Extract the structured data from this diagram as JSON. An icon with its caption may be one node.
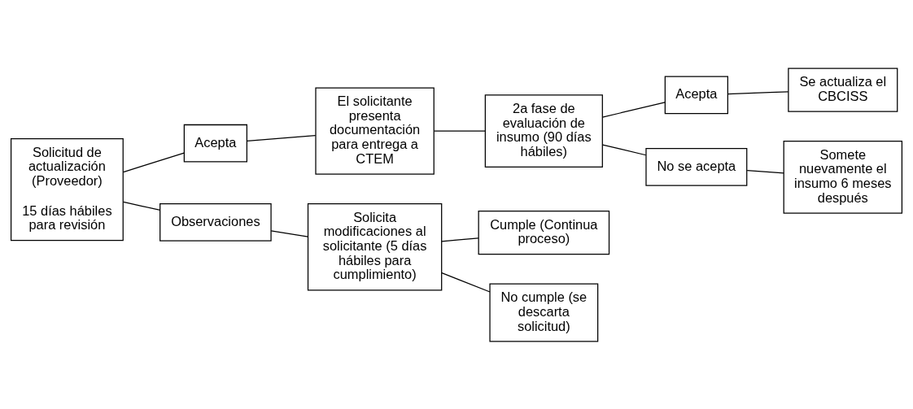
{
  "diagram": {
    "nodes": [
      {
        "text": [
          "Solicitud de actualización (Proveedor)",
          "15 días hábiles para revisión"
        ]
      },
      {
        "text": [
          "Acepta"
        ]
      },
      {
        "text": [
          "Observaciones"
        ]
      },
      {
        "text": [
          "El solicitante presenta documentación para entrega a CTEM"
        ]
      },
      {
        "text": [
          "2a fase de evaluación de insumo (90 días hábiles)"
        ]
      },
      {
        "text": [
          "Acepta"
        ]
      },
      {
        "text": [
          "No se acepta"
        ]
      },
      {
        "text": [
          "Se actualiza el CBCISS"
        ]
      },
      {
        "text": [
          "Somete nuevamente el insumo 6 meses después"
        ]
      },
      {
        "text": [
          "Solicita modificaciones al solicitante (5 días hábiles para cumplimiento)"
        ]
      },
      {
        "text": [
          "Cumple (Continua proceso)"
        ]
      },
      {
        "text": [
          "No cumple (se descarta solicitud)"
        ]
      }
    ],
    "edges": [
      {
        "from": 0,
        "to": 1,
        "arrow": "none"
      },
      {
        "from": 0,
        "to": 2,
        "arrow": "none"
      },
      {
        "from": 1,
        "to": 3,
        "arrow": "none"
      },
      {
        "from": 3,
        "to": 4,
        "arrow": "none"
      },
      {
        "from": 4,
        "to": 5,
        "arrow": "none"
      },
      {
        "from": 4,
        "to": 6,
        "arrow": "none"
      },
      {
        "from": 5,
        "to": 7,
        "arrow": "none"
      },
      {
        "from": 6,
        "to": 8,
        "arrow": "none"
      },
      {
        "from": 2,
        "to": 9,
        "arrow": "none"
      },
      {
        "from": 9,
        "to": 10,
        "arrow": "none"
      },
      {
        "from": 9,
        "to": 11,
        "arrow": "none"
      }
    ]
  }
}
